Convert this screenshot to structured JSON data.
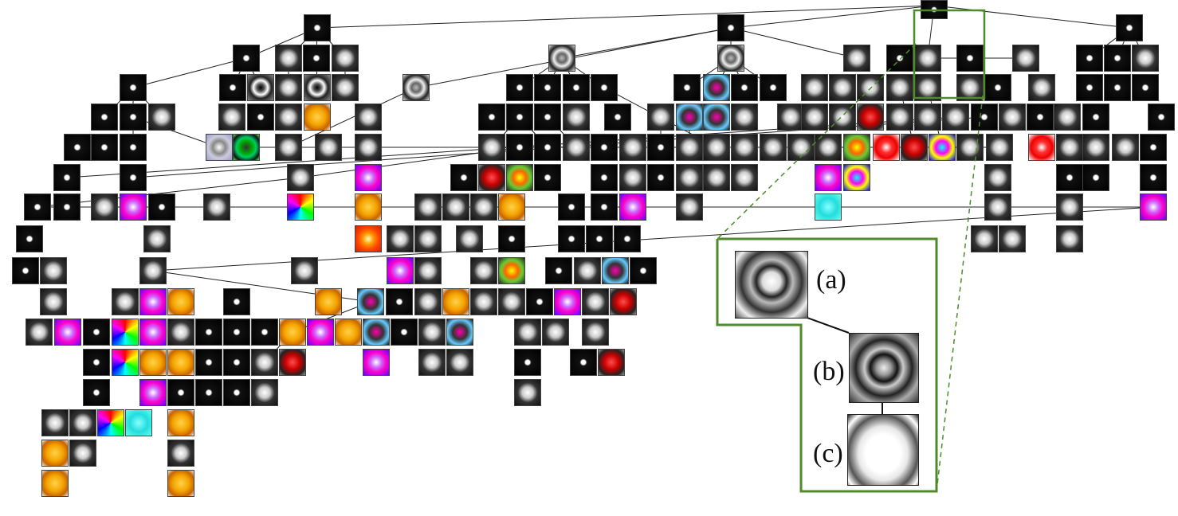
{
  "inset": {
    "labels": [
      "(a)",
      "(b)",
      "(c)"
    ]
  },
  "colors": {
    "line": "#222222",
    "highlight": "#4f8a2b",
    "tile_border": "#444444"
  },
  "icons": {
    "node": "evolved-image-thumbnail",
    "inset_a": "skull-face-thumbnail",
    "inset_b": "frowning-skull-thumbnail",
    "inset_c": "pale-mask-thumbnail"
  }
}
